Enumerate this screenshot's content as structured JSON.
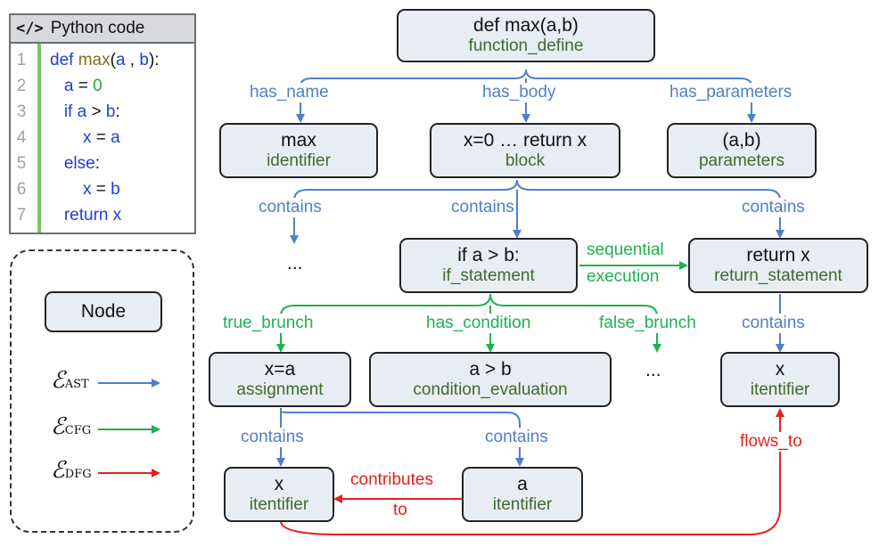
{
  "code": {
    "icon": "</>",
    "title": "Python code",
    "line_numbers": [
      "1",
      "2",
      "3",
      "4",
      "5",
      "6",
      "7"
    ],
    "lines": [
      [
        [
          "kw",
          "def "
        ],
        [
          "fn",
          "max"
        ],
        [
          "pl",
          "("
        ],
        [
          "vr",
          "a"
        ],
        [
          "pl",
          " , "
        ],
        [
          "vr",
          "b"
        ],
        [
          "pl",
          "):"
        ]
      ],
      [
        [
          "vr",
          "   a "
        ],
        [
          "pl",
          "= "
        ],
        [
          "nm",
          "0"
        ]
      ],
      [
        [
          "kw",
          "   if "
        ],
        [
          "vr",
          "a "
        ],
        [
          "pl",
          "> "
        ],
        [
          "vr",
          "b"
        ],
        [
          "pl",
          ":"
        ]
      ],
      [
        [
          "vr",
          "       x "
        ],
        [
          "pl",
          "= "
        ],
        [
          "vr",
          "a"
        ]
      ],
      [
        [
          "kw",
          "   else"
        ],
        [
          "pl",
          ":"
        ]
      ],
      [
        [
          "vr",
          "       x "
        ],
        [
          "pl",
          "= "
        ],
        [
          "vr",
          "b"
        ]
      ],
      [
        [
          "kw",
          "   return "
        ],
        [
          "vr",
          "x"
        ]
      ]
    ]
  },
  "legend": {
    "node_label": "Node",
    "edges": [
      {
        "symbol": "ℰ",
        "sub": "AST",
        "color": "#4f7fcb"
      },
      {
        "symbol": "ℰ",
        "sub": "CFG",
        "color": "#20b050"
      },
      {
        "symbol": "ℰ",
        "sub": "DFG",
        "color": "#e8201e"
      }
    ]
  },
  "nodes": {
    "root": {
      "label": "def max(a,b)",
      "type": "function_define"
    },
    "max_id": {
      "label": "max",
      "type": "identifier"
    },
    "block": {
      "label": "x=0 … return x",
      "type": "block"
    },
    "params": {
      "label": "(a,b)",
      "type": "parameters"
    },
    "if_stmt": {
      "label": "if a > b:",
      "type": "if_statement"
    },
    "return_stmt": {
      "label": "return x",
      "type": "return_statement"
    },
    "assign": {
      "label": "x=a",
      "type": "assignment"
    },
    "cond": {
      "label": "a > b",
      "type": "condition_evaluation"
    },
    "ret_x": {
      "label": "x",
      "type": "itentifier"
    },
    "assign_x": {
      "label": "x",
      "type": "itentifier"
    },
    "assign_a": {
      "label": "a",
      "type": "itentifier"
    }
  },
  "edges": {
    "has_name": "has_name",
    "has_body": "has_body",
    "has_parameters": "has_parameters",
    "contains_left": "contains",
    "contains_mid": "contains",
    "contains_right": "contains",
    "sequential_1": "sequential",
    "sequential_2": "execution",
    "true_branch": "true_brunch",
    "has_condition": "has_condition",
    "false_branch": "false_brunch",
    "contains_ret": "contains",
    "contains_assign_x": "contains",
    "contains_assign_a": "contains",
    "contributes_1": "contributes",
    "contributes_2": "to",
    "flows_to": "flows_to"
  },
  "ellipsis": "..."
}
